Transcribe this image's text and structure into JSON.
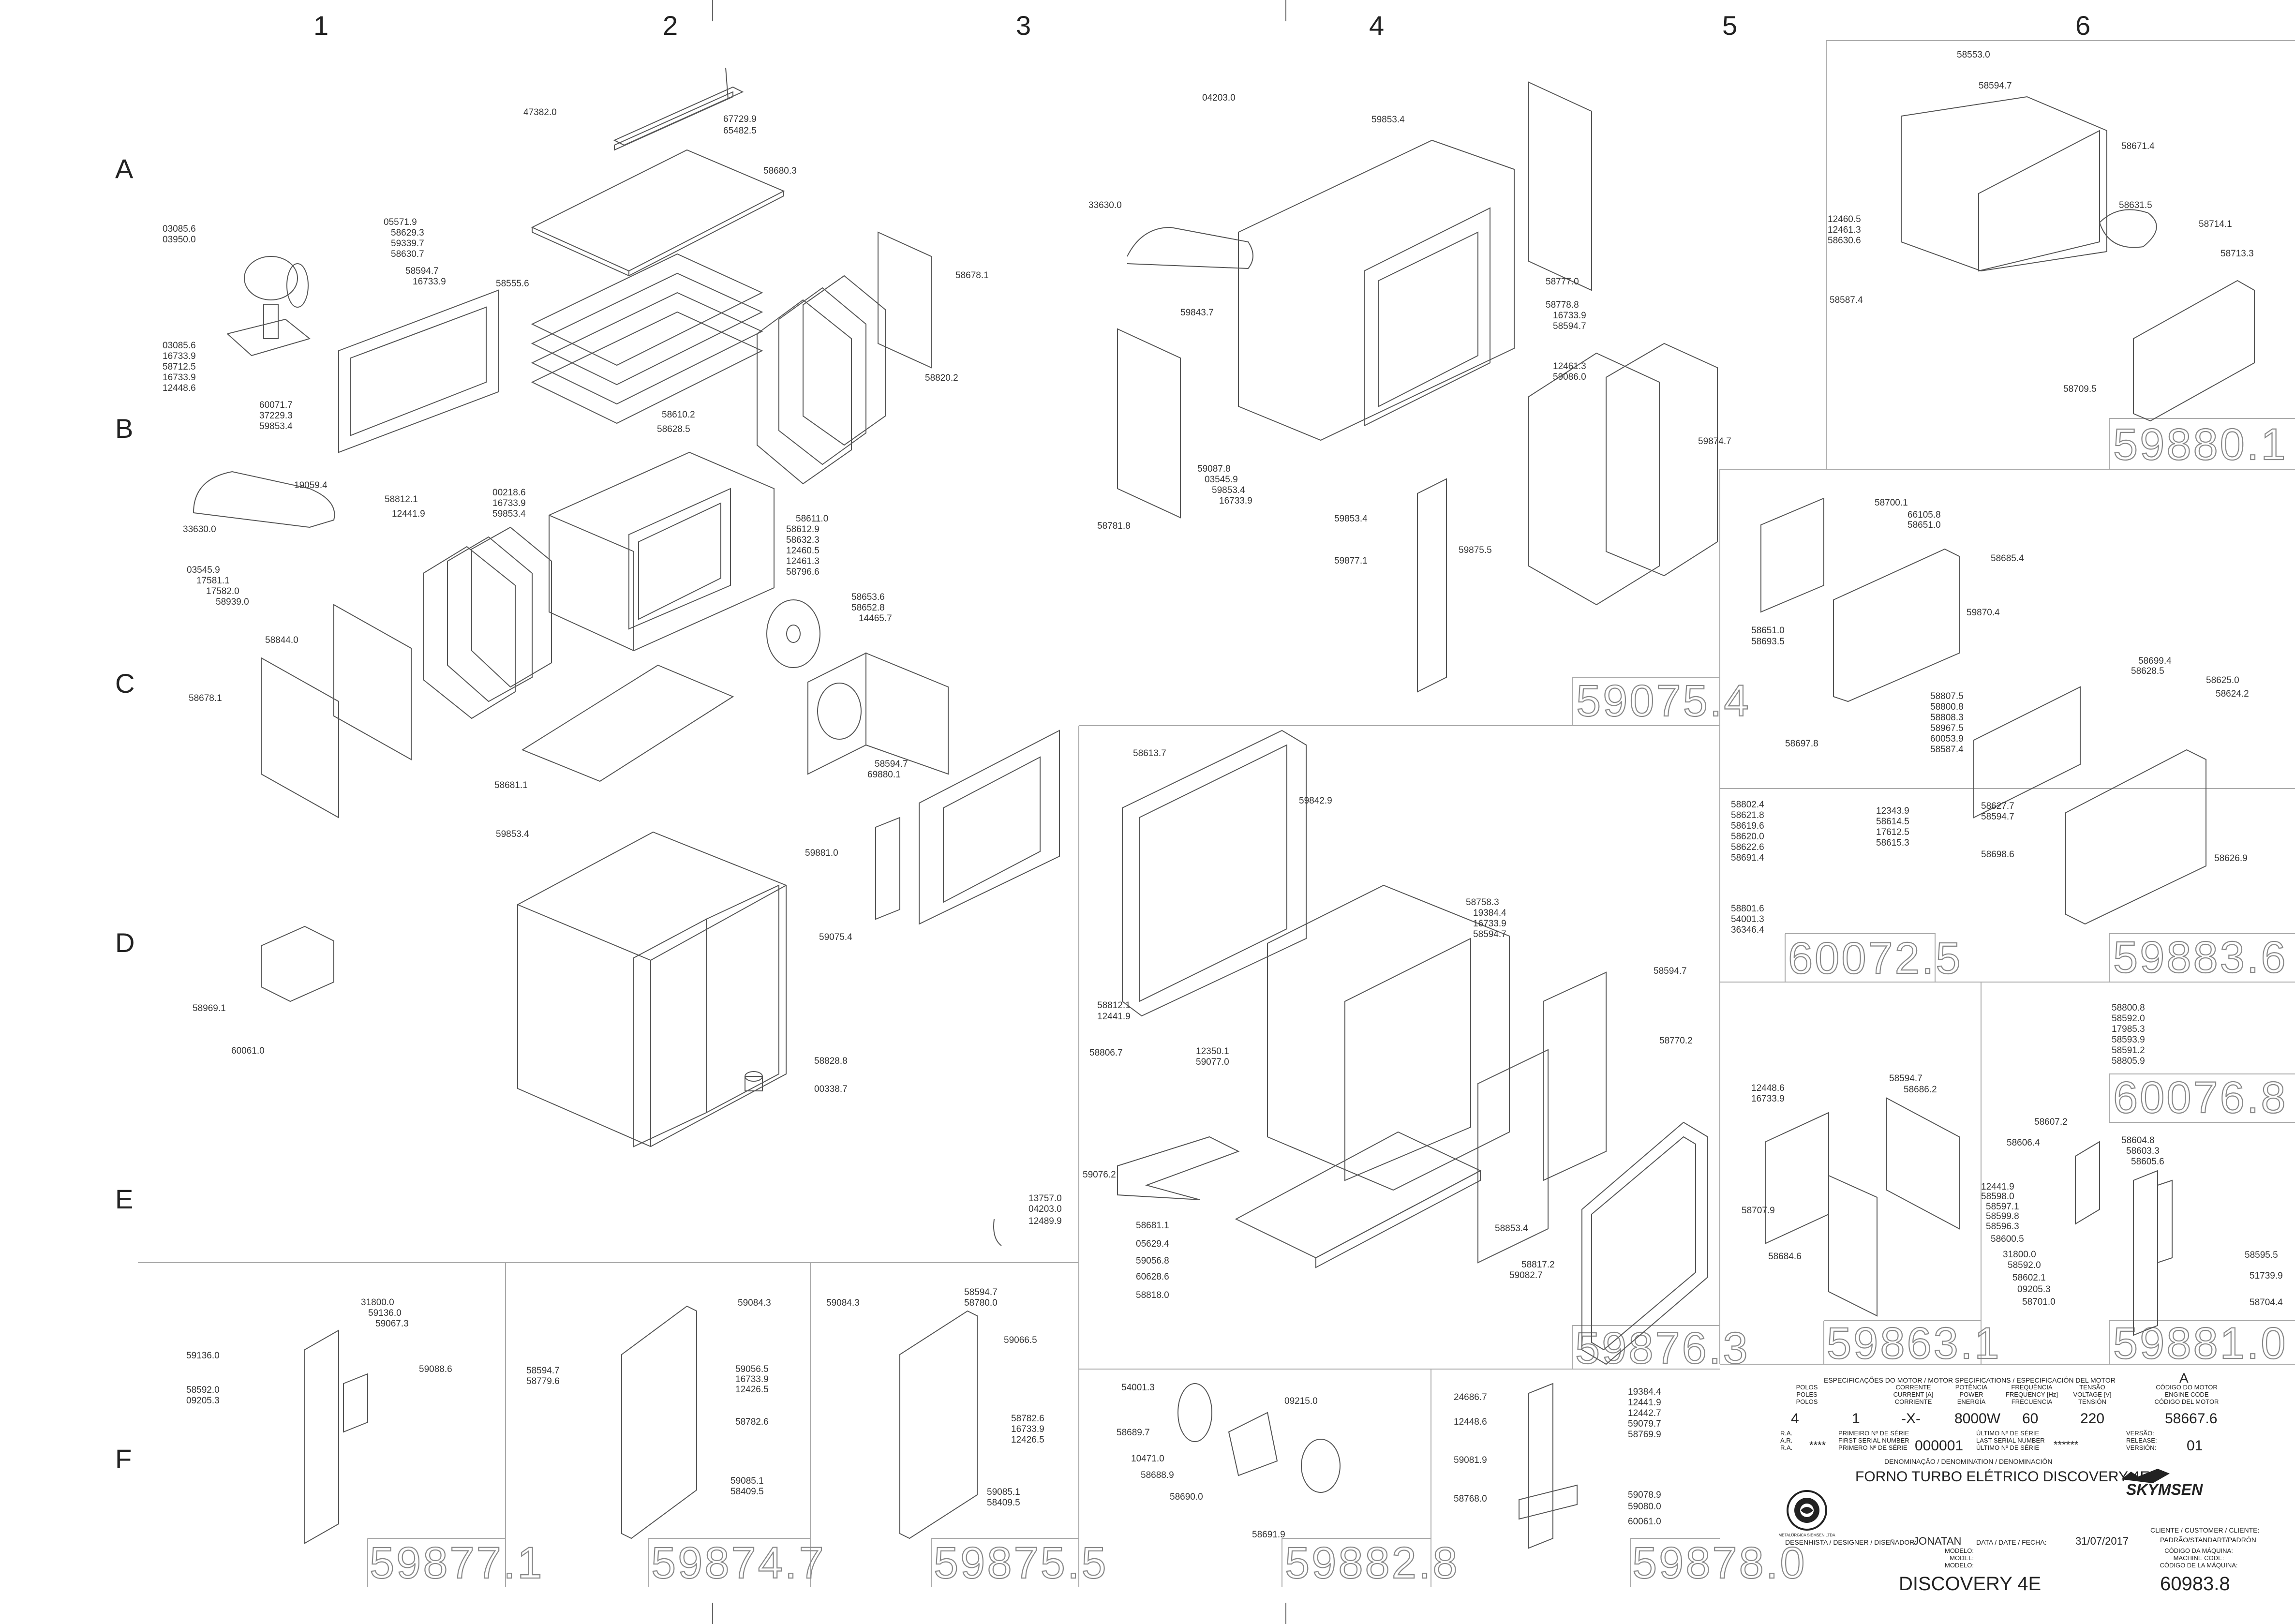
{
  "grid": {
    "columns": [
      "1",
      "2",
      "3",
      "4",
      "5",
      "6"
    ],
    "rows": [
      "A",
      "B",
      "C",
      "D",
      "E",
      "F"
    ]
  },
  "assembly_codes": [
    "59075.4",
    "59880.1",
    "59883.6",
    "60072.5",
    "60076.8",
    "59863.1",
    "59881.0",
    "59876.3",
    "59877.1",
    "59874.7",
    "59875.5",
    "59882.8",
    "59878.0"
  ],
  "part_labels": {
    "p_47382_0": "47382.0",
    "p_67729_9": "67729.9",
    "p_65482_5": "65482.5",
    "p_58680_3": "58680.3",
    "p_03085_6a": "03085.6",
    "p_03950_0": "03950.0",
    "p_05571_9": "05571.9",
    "p_58629_3": "58629.3",
    "p_59339_7": "59339.7",
    "p_58630_7": "58630.7",
    "p_58594_7a": "58594.7",
    "p_16733_9a": "16733.9",
    "p_58555_6": "58555.6",
    "p_58678_1a": "58678.1",
    "p_03085_6b": "03085.6",
    "p_16733_9b": "16733.9",
    "p_58712_5": "58712.5",
    "p_16733_9c": "16733.9",
    "p_12448_6a": "12448.6",
    "p_58820_2": "58820.2",
    "p_60071_7": "60071.7",
    "p_37229_3": "37229.3",
    "p_59853_4a": "59853.4",
    "p_58610_2": "58610.2",
    "p_58628_5a": "58628.5",
    "p_19059_4": "19059.4",
    "p_00218_6": "00218.6",
    "p_16733_9d": "16733.9",
    "p_59853_4b": "59853.4",
    "p_58812_1a": "58812.1",
    "p_12441_9a": "12441.9",
    "p_33630_0a": "33630.0",
    "p_58611_0": "58611.0",
    "p_58612_9": "58612.9",
    "p_58632_3": "58632.3",
    "p_12460_5a": "12460.5",
    "p_12461_3a": "12461.3",
    "p_58796_6": "58796.6",
    "p_03545_9a": "03545.9",
    "p_17581_1": "17581.1",
    "p_17582_0": "17582.0",
    "p_58939_0": "58939.0",
    "p_58653_6": "58653.6",
    "p_58652_8": "58652.8",
    "p_14465_7": "14465.7",
    "p_58844_0": "58844.0",
    "p_58678_1b": "58678.1",
    "p_58681_1a": "58681.1",
    "p_58594_7b": "58594.7",
    "p_69880_1": "69880.1",
    "p_59853_4c": "59853.4",
    "p_59881_0": "59881.0",
    "p_59075_4": "59075.4",
    "p_58969_1": "58969.1",
    "p_60061_0a": "60061.0",
    "p_58828_8": "58828.8",
    "p_00338_7": "00338.7",
    "p_13757_0": "13757.0",
    "p_04203_0a": "04203.0",
    "p_12489_9": "12489.9",
    "p_04203_0b": "04203.0",
    "p_59853_4d": "59853.4",
    "p_33630_0b": "33630.0",
    "p_58777_0": "58777.0",
    "p_58778_8": "58778.8",
    "p_16733_9e": "16733.9",
    "p_58594_7c": "58594.7",
    "p_59843_7": "59843.7",
    "p_12461_3b": "12461.3",
    "p_59086_0": "59086.0",
    "p_59874_7a": "59874.7",
    "p_59087_8": "59087.8",
    "p_03545_9b": "03545.9",
    "p_59853_4e": "59853.4",
    "p_16733_9f": "16733.9",
    "p_58781_8": "58781.8",
    "p_59853_4f": "59853.4",
    "p_59877_1a": "59877.1",
    "p_59875_5a": "59875.5",
    "p_58613_7": "58613.7",
    "p_59842_9": "59842.9",
    "p_58758_3": "58758.3",
    "p_19384_4a": "19384.4",
    "p_16733_9g": "16733.9",
    "p_58594_7d": "58594.7",
    "p_58594_7e": "58594.7",
    "p_58770_2": "58770.2",
    "p_58812_1b": "58812.1",
    "p_12441_9b": "12441.9",
    "p_58806_7": "58806.7",
    "p_12350_1": "12350.1",
    "p_59077_0": "59077.0",
    "p_59076_2": "59076.2",
    "p_58681_1b": "58681.1",
    "p_05629_4": "05629.4",
    "p_59056_8a": "59056.8",
    "p_60628_6": "60628.6",
    "p_58818_0": "58818.0",
    "p_58853_4g": "58853.4",
    "p_58817_2": "58817.2",
    "p_59082_7": "59082.7",
    "p_58553_0": "58553.0",
    "p_58594_7f": "58594.7",
    "p_58671_4": "58671.4",
    "p_12460_5b": "12460.5",
    "p_12461_3c": "12461.3",
    "p_58630_6": "58630.6",
    "p_58631_5": "58631.5",
    "p_58714_1": "58714.1",
    "p_58713_3": "58713.3",
    "p_58587_4a": "58587.4",
    "p_58709_5": "58709.5",
    "p_58700_1": "58700.1",
    "p_66105_8": "66105.8",
    "p_58651_0a": "58651.0",
    "p_58685_4": "58685.4",
    "p_59870_4": "59870.4",
    "p_58651_0b": "58651.0",
    "p_58693_5": "58693.5",
    "p_58699_4": "58699.4",
    "p_58628_5b": "58628.5",
    "p_58625_0": "58625.0",
    "p_58624_2": "58624.2",
    "p_58807_5": "58807.5",
    "p_58800_8a": "58800.8",
    "p_58808_3": "58808.3",
    "p_58967_5": "58967.5",
    "p_60053_9": "60053.9",
    "p_58587_4b": "58587.4",
    "p_58697_8": "58697.8",
    "p_58627_7": "58627.7",
    "p_58594_7g": "58594.7",
    "p_58698_6": "58698.6",
    "p_58626_9": "58626.9",
    "p_58802_4": "58802.4",
    "p_58621_8": "58621.8",
    "p_58619_6": "58619.6",
    "p_58620_0": "58620.0",
    "p_58622_6": "58622.6",
    "p_58691_4": "58691.4",
    "p_12343_9": "12343.9",
    "p_58614_5": "58614.5",
    "p_17612_5": "17612.5",
    "p_58615_3": "58615.3",
    "p_58801_6": "58801.6",
    "p_54001_3a": "54001.3",
    "p_36346_4": "36346.4",
    "p_58800_8b": "58800.8",
    "p_58592_0a": "58592.0",
    "p_17985_3": "17985.3",
    "p_58593_9": "58593.9",
    "p_58591_2": "58591.2",
    "p_58805_9": "58805.9",
    "p_12448_6b": "12448.6",
    "p_16733_9h": "16733.9",
    "p_58594_7h": "58594.7",
    "p_58686_2": "58686.2",
    "p_58707_9": "58707.9",
    "p_58684_6": "58684.6",
    "p_58607_2": "58607.2",
    "p_58606_4": "58606.4",
    "p_58604_8": "58604.8",
    "p_58603_3": "58603.3",
    "p_58605_6": "58605.6",
    "p_12441_9c": "12441.9",
    "p_58598_0": "58598.0",
    "p_58597_1": "58597.1",
    "p_58599_8": "58599.8",
    "p_58596_3": "58596.3",
    "p_58600_5": "58600.5",
    "p_31800_0a": "31800.0",
    "p_58592_0b": "58592.0",
    "p_58602_1": "58602.1",
    "p_09205_3a": "09205.3",
    "p_58701_0": "58701.0",
    "p_58595_5": "58595.5",
    "p_51739_9": "51739.9",
    "p_58704_4": "58704.4",
    "p_31800_0b": "31800.0",
    "p_59136_0a": "59136.0",
    "p_59067_3": "59067.3",
    "p_59136_0b": "59136.0",
    "p_59088_6": "59088.6",
    "p_58592_0c": "58592.0",
    "p_09205_3b": "09205.3",
    "p_59084_3a": "59084.3",
    "p_58594_7i": "58594.7",
    "p_58779_6": "58779.6",
    "p_59056_5": "59056.5",
    "p_16733_9i": "16733.9",
    "p_12426_5a": "12426.5",
    "p_58782_6a": "58782.6",
    "p_59085_1a": "59085.1",
    "p_58409_5a": "58409.5",
    "p_59084_3b": "59084.3",
    "p_58594_7j": "58594.7",
    "p_58780_0": "58780.0",
    "p_59066_5": "59066.5",
    "p_58782_6b": "58782.6",
    "p_16733_9j": "16733.9",
    "p_12426_5b": "12426.5",
    "p_59085_1b": "59085.1",
    "p_58409_5b": "58409.5",
    "p_54001_3b": "54001.3",
    "p_09215_0": "09215.0",
    "p_58689_7": "58689.7",
    "p_58688_9": "58688.9",
    "p_10471_0": "10471.0",
    "p_58690_0": "58690.0",
    "p_58691_9": "58691.9",
    "p_24686_7": "24686.7",
    "p_12448_6c": "12448.6",
    "p_19384_4b": "19384.4",
    "p_12441_9d": "12441.9",
    "p_12442_7": "12442.7",
    "p_59079_7": "59079.7",
    "p_58769_9": "58769.9",
    "p_59081_9": "59081.9",
    "p_58768_0": "58768.0",
    "p_59078_9": "59078.9",
    "p_59080_0": "59080.0",
    "p_60061_0b": "60061.0"
  },
  "title_block": {
    "spec_heading": "ESPECIFICAÇÕES DO MOTOR / MOTOR SPECIFICATIONS / ESPECIFICACIÓN DEL MOTOR",
    "rev_letter": "A",
    "col_poles": "POLOS\nPOLES\nPOLOS",
    "col_current": "CORRENTE\nCURRENT [A]\nCORRIENTE",
    "col_power": "POTÊNCIA\nPOWER\nENERGÍA",
    "col_freq": "FREQUÊNCIA\nFREQUENCY [Hz]\nFRECUENCIA",
    "col_voltage": "TENSÃO\nVOLTAGE [V]\nTENSIÓN",
    "col_engine_code": "CÓDIGO DO MOTOR\nENGINE CODE\nCÓDIGO DEL MOTOR",
    "poles": "4",
    "ra_value": "1",
    "current": "-X-",
    "power": "8000W",
    "frequency": "60",
    "voltage": "220",
    "engine_code": "58667.6",
    "ra_label": "R.A.\nA.R.\nR.A.",
    "ra_stars": "****",
    "first_serial_label": "PRIMEIRO Nº DE SÉRIE\nFIRST SERIAL NUMBER\nPRIMERO Nº DE SÉRIE",
    "first_serial": "000001",
    "last_serial_label": "ÚLTIMO Nº DE SÉRIE\nLAST SERIAL NUMBER\nÚLTIMO Nº DE SÉRIE",
    "last_serial": "******",
    "version_label": "VERSÃO:\nRELEASE:\nVERSIÓN:",
    "version": "01",
    "denomination_label": "DENOMINAÇÃO / DENOMINATION / DENOMINACIÓN",
    "denomination": "FORNO TURBO ELÉTRICO DISCOVERY 4E",
    "brand": "SKYMSEN",
    "designer_label": "DESENHISTA / DESIGNER / DISEÑADOR:",
    "designer": "JONATAN",
    "date_label": "DATA / DATE / FECHA:",
    "date": "31/07/2017",
    "client_label": "CLIENTE / CUSTOMER / CLIENTE:",
    "client": "PADRÃO/STANDART/PADRÓN",
    "model_label": "MODELO:\nMODEL:\nMODELO:",
    "model": "DISCOVERY 4E",
    "machine_code_label": "CÓDIGO DA MÁQUINA:\nMACHINE CODE:\nCÓDIGO DE LA MÁQUINA:",
    "machine_code": "60983.8",
    "company_seal": "METALÚRGICA SIEMSEN LTDA"
  }
}
